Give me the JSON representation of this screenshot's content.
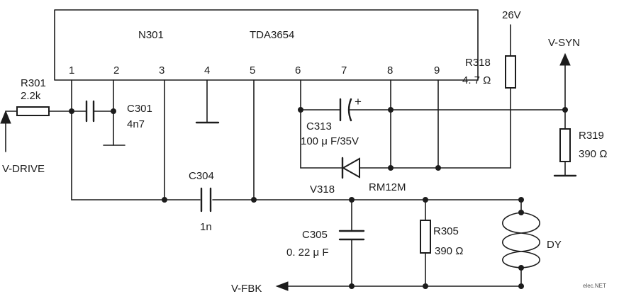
{
  "ic": {
    "ref": "N301",
    "part": "TDA3654"
  },
  "pins": [
    "1",
    "2",
    "3",
    "4",
    "5",
    "6",
    "7",
    "8",
    "9"
  ],
  "supply": {
    "voltage": "26V"
  },
  "signals": {
    "drive": "V-DRIVE",
    "syn": "V-SYN",
    "fbk": "V-FBK"
  },
  "components": {
    "r301": {
      "ref": "R301",
      "value": "2.2k"
    },
    "c301": {
      "ref": "C301",
      "value": "4n7"
    },
    "c313": {
      "ref": "C313",
      "value": "100 μ F/35V"
    },
    "c304": {
      "ref": "C304",
      "value": "1n"
    },
    "c305": {
      "ref": "C305",
      "value": "0. 22 μ F"
    },
    "r305": {
      "ref": "R305",
      "value": "390 Ω"
    },
    "r318": {
      "ref": "R318",
      "value": "4. 7 Ω"
    },
    "r319": {
      "ref": "R319",
      "value": "390 Ω"
    },
    "v318": {
      "ref": "V318",
      "part": "RM12M"
    },
    "dy": {
      "ref": "DY"
    }
  },
  "watermark": "elec.NET"
}
